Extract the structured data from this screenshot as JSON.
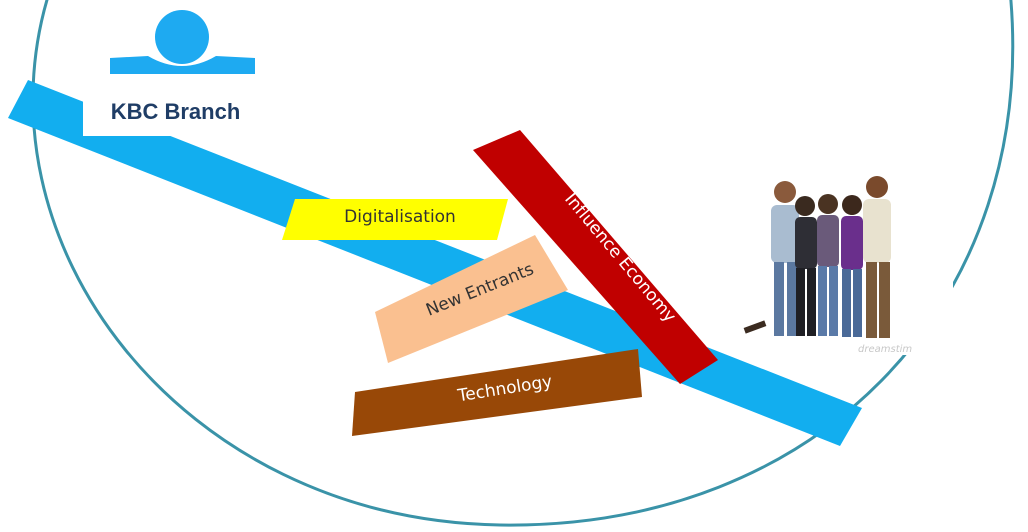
{
  "branch": {
    "label": "KBC Branch"
  },
  "forces": {
    "digitalisation": "Digitalisation",
    "new_entrants": "New Entrants",
    "influence_economy": "Influence Economy",
    "technology": "Technology"
  },
  "photo": {
    "watermark": "dreamstim"
  },
  "colors": {
    "circle_outline": "#3a93a8",
    "road": "#12aeef",
    "kbc_blue": "#1eaaf1",
    "kbc_text": "#1f3d66",
    "digitalisation": "#ffff00",
    "new_entrants": "#fac090",
    "influence_economy": "#c00000",
    "technology": "#984807"
  }
}
